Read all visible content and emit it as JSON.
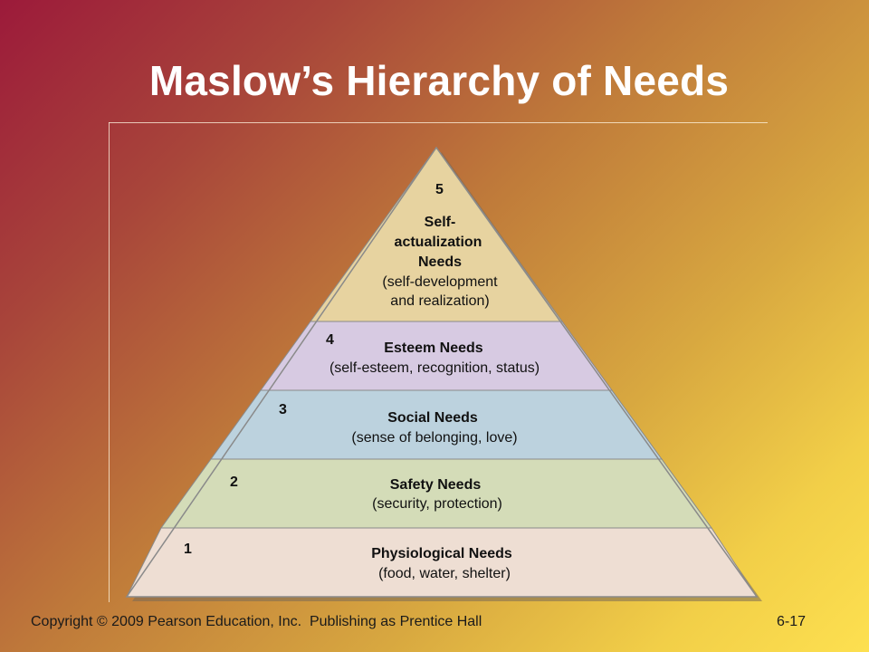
{
  "slide": {
    "title": "Maslow’s Hierarchy of Needs",
    "footer_left": "Copyright © 2009 Pearson Education, Inc.  Publishing as Prentice Hall",
    "footer_right": "6-17"
  },
  "pyramid": {
    "levels": [
      {
        "number": "1",
        "name": "Physiological Needs",
        "description": "(food, water, shelter)",
        "color": "#eeded3"
      },
      {
        "number": "2",
        "name": "Safety Needs",
        "description": "(security, protection)",
        "color": "#d4dcb8"
      },
      {
        "number": "3",
        "name": "Social Needs",
        "description": "(sense of belonging, love)",
        "color": "#bcd2de"
      },
      {
        "number": "4",
        "name": "Esteem Needs",
        "description": "(self-esteem, recognition, status)",
        "color": "#d7cae2"
      },
      {
        "number": "5",
        "name_lines": [
          "Self-",
          "actualization",
          "Needs"
        ],
        "description_lines": [
          "(self-development",
          "and realization)"
        ],
        "color": "#e7d3a0"
      }
    ],
    "outline_color": "#8a8a8a"
  }
}
